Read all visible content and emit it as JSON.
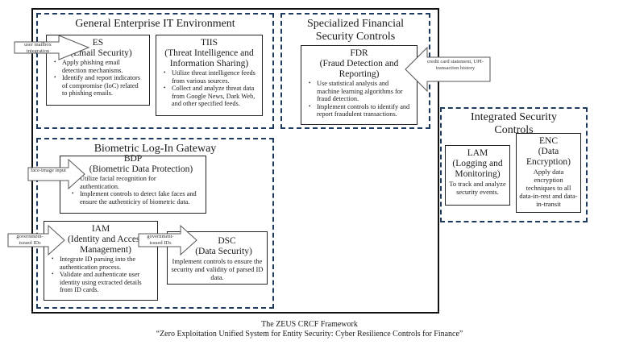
{
  "caption": {
    "title": "The ZEUS CRCF Framework",
    "subtitle": "“Zero Exploitation Unified System for Entity Security: Cyber Resilience Controls for Finance”"
  },
  "regions": {
    "general": {
      "title": "General Enterprise IT Environment",
      "es": {
        "abbr": "ES",
        "name": "(Email Security)",
        "bullets": [
          "Apply phishing email detection mechanisms.",
          "Identify and report indicators of compromise (IoC) related to phishing emails."
        ],
        "input_label": "user mailbox integration"
      },
      "tiis": {
        "abbr": "TIIS",
        "name": "(Threat Intelligence and Information Sharing)",
        "bullets": [
          "Utilize threat intelligence feeds from various sources.",
          "Collect and analyze threat data from Google News, Dark Web, and other specified feeds."
        ]
      }
    },
    "financial": {
      "title": "Specialized Financial Security Controls",
      "fdr": {
        "abbr": "FDR",
        "name": "(Fraud Detection and Reporting)",
        "bullets": [
          "Use statistical analysis and machine learning algorithms for fraud detection.",
          "Implement controls to identify and report fraudulent transactions."
        ],
        "input_label": "credit card statement, UPI- transaction history"
      }
    },
    "integrated": {
      "title": "Integrated Security Controls",
      "lam": {
        "abbr": "LAM",
        "name": "(Logging and Monitoring)",
        "description": "To track and analyze security events."
      },
      "enc": {
        "abbr": "ENC",
        "name": "(Data Encryption)",
        "description": "Apply data encryption techniques to all data-in-rest and data-in-transit"
      }
    },
    "biometric": {
      "title": "Biometric Log-In Gateway",
      "bdp": {
        "abbr": "BDP",
        "name": "(Biometric Data Protection)",
        "bullets": [
          "Utilize facial recognition for authentication.",
          "Implement controls to detect fake faces and ensure the authenticiry of biometric data."
        ],
        "input_label": "face-image input"
      },
      "iam": {
        "abbr": "IAM",
        "name": "(Identity and Access Management)",
        "bullets": [
          "Integrate ID parsing into the authentication process.",
          "Validate and authenticate user identity using extracted details from ID cards."
        ],
        "input_label": "government-issued IDs"
      },
      "dsc": {
        "abbr": "DSC",
        "name": "(Data Security)",
        "description": "Implement controls to ensure the security and validity of parsed ID data.",
        "input_label": "government-issued IDs"
      }
    }
  }
}
